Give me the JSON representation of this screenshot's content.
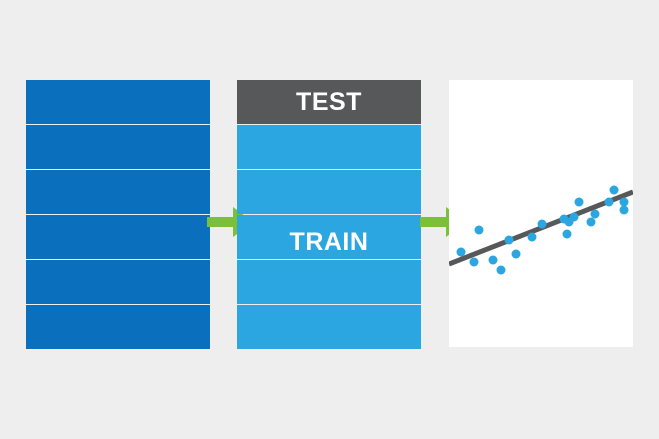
{
  "labels": {
    "test": "TEST",
    "train": "TRAIN"
  },
  "icons": {
    "arrow_1": "arrow-right-icon",
    "arrow_2": "arrow-right-icon"
  },
  "colors": {
    "full_dataset": "#0a6fbd",
    "train_rows": "#2ba6e1",
    "test_row": "#57585a",
    "arrow": "#7cbf3a",
    "regression_line": "#57585a",
    "points": "#2ba6e1",
    "background": "#eeeeee",
    "panel": "#ffffff"
  },
  "full_dataset": {
    "row_count": 6
  },
  "split_dataset": {
    "row_count": 6,
    "test_rows": 1
  },
  "chart_data": {
    "type": "scatter",
    "title": "",
    "xlabel": "",
    "ylabel": "",
    "grid": false,
    "legend": "none",
    "points": [
      {
        "x": 12,
        "y": 40
      },
      {
        "x": 25,
        "y": 30
      },
      {
        "x": 30,
        "y": 62
      },
      {
        "x": 44,
        "y": 32
      },
      {
        "x": 52,
        "y": 22
      },
      {
        "x": 60,
        "y": 52
      },
      {
        "x": 67,
        "y": 38
      },
      {
        "x": 83,
        "y": 55
      },
      {
        "x": 93,
        "y": 68
      },
      {
        "x": 115,
        "y": 73
      },
      {
        "x": 118,
        "y": 58
      },
      {
        "x": 120,
        "y": 70
      },
      {
        "x": 125,
        "y": 75
      },
      {
        "x": 130,
        "y": 90
      },
      {
        "x": 142,
        "y": 70
      },
      {
        "x": 146,
        "y": 78
      },
      {
        "x": 160,
        "y": 90
      },
      {
        "x": 165,
        "y": 102
      },
      {
        "x": 175,
        "y": 82
      },
      {
        "x": 175,
        "y": 90
      }
    ],
    "trend_line": {
      "x": [
        0,
        184
      ],
      "y": [
        28,
        100
      ]
    },
    "xlim": [
      0,
      184
    ],
    "ylim": [
      0,
      152
    ]
  }
}
